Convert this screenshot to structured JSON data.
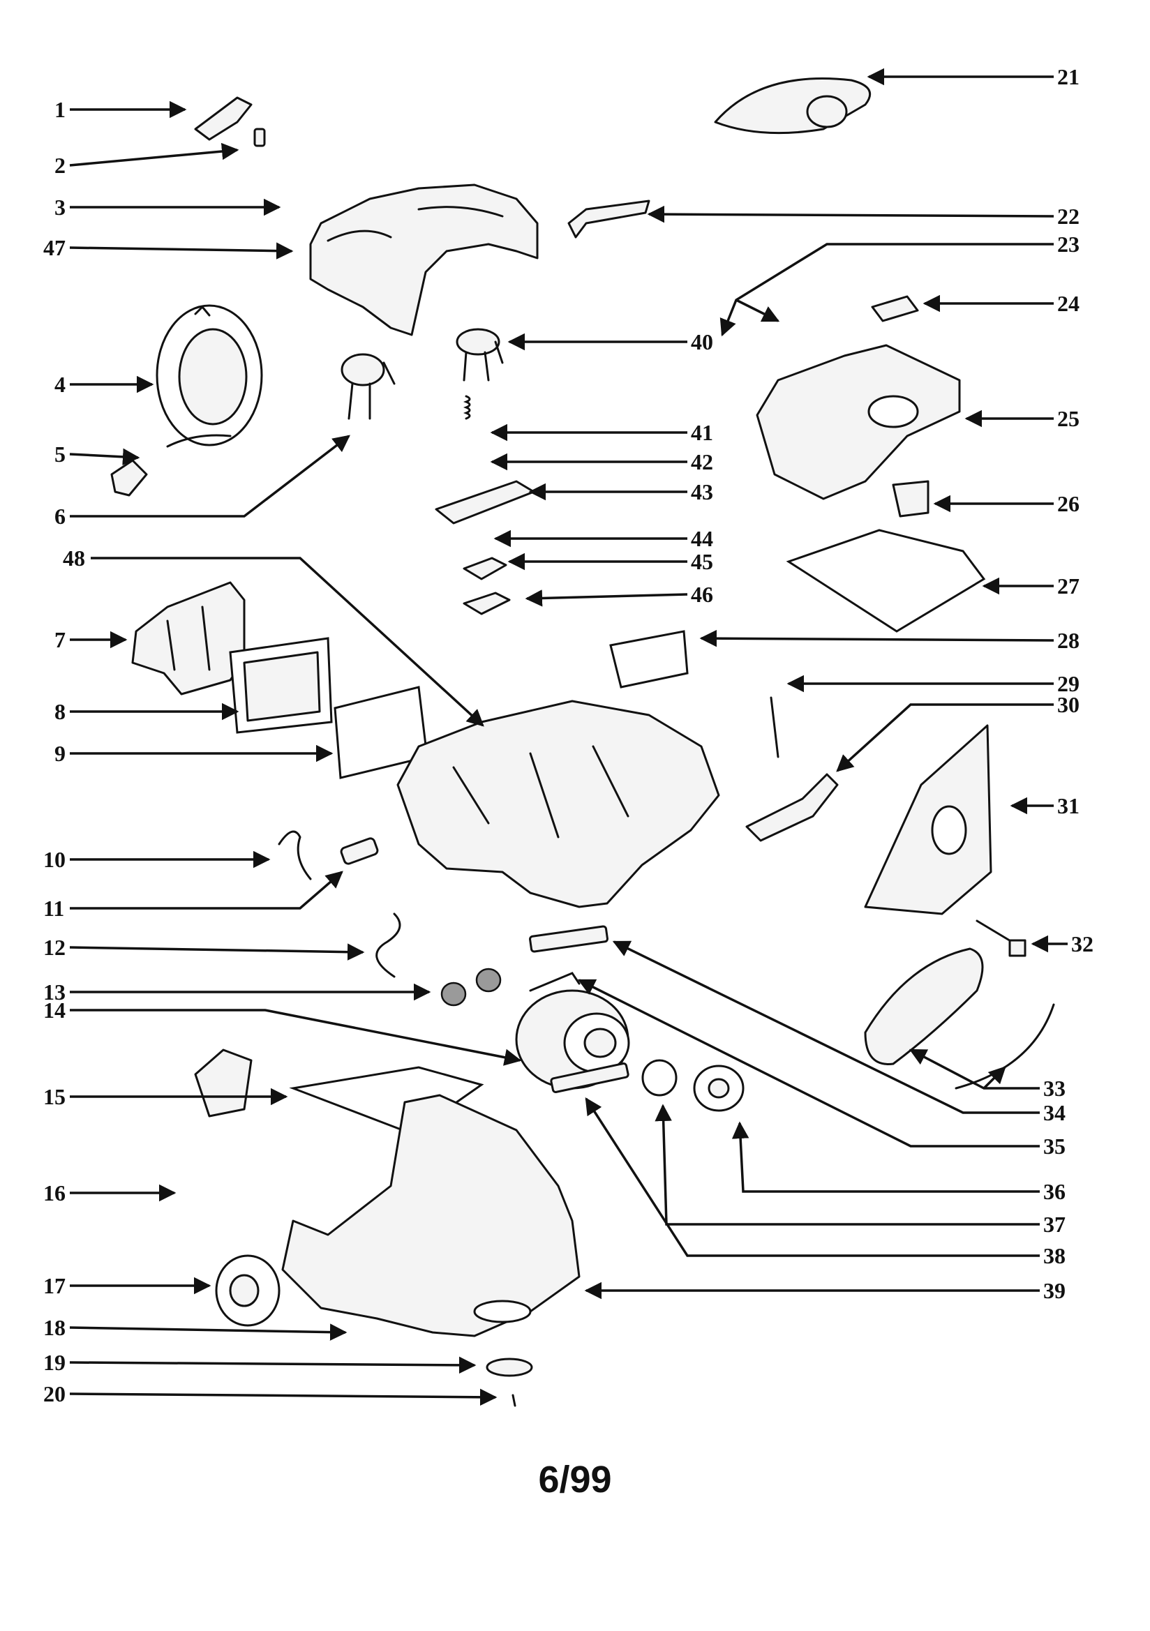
{
  "diagram": {
    "callouts": [
      "1",
      "2",
      "3",
      "47",
      "4",
      "5",
      "6",
      "48",
      "7",
      "8",
      "9",
      "10",
      "11",
      "12",
      "13",
      "14",
      "15",
      "16",
      "17",
      "18",
      "19",
      "20",
      "21",
      "22",
      "23",
      "24",
      "40",
      "25",
      "41",
      "42",
      "43",
      "26",
      "44",
      "45",
      "27",
      "46",
      "28",
      "29",
      "30",
      "31",
      "32",
      "33",
      "34",
      "35",
      "36",
      "37",
      "38",
      "39"
    ],
    "page_number": "6/99"
  }
}
